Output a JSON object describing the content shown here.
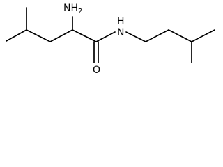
{
  "molecule": {
    "labels": {
      "amine_main": "NH",
      "amine_sub": "2",
      "amide_n": "N",
      "amide_h": "H",
      "carbonyl_o": "O"
    }
  }
}
